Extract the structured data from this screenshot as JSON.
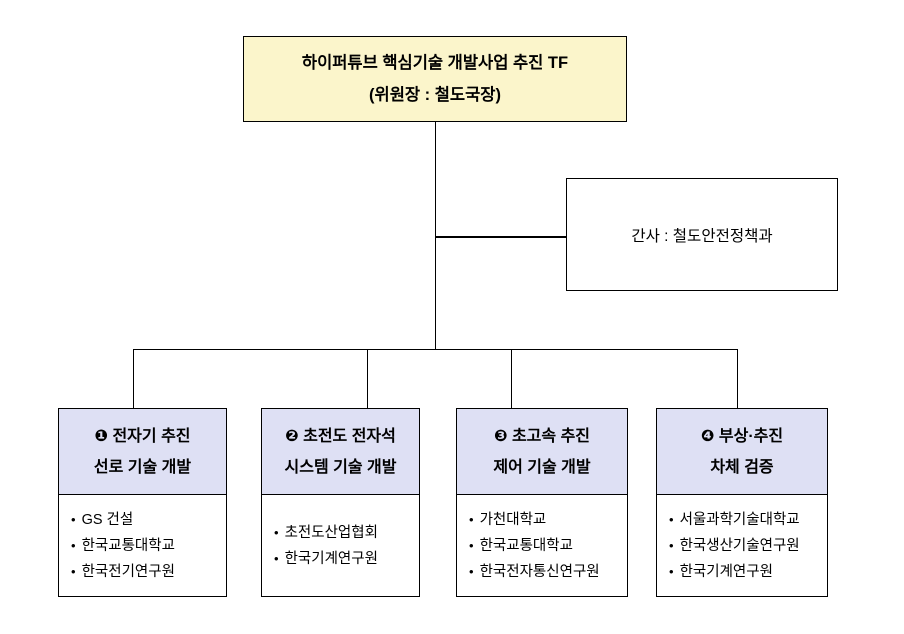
{
  "title_box": {
    "line1": "하이퍼튜브 핵심기술 개발사업 추진 TF",
    "line2": "(위원장 : 철도국장)"
  },
  "secretary_box": {
    "label": "간사 : 철도안전정책과"
  },
  "bullet": "•",
  "groups": [
    {
      "title1": "❶ 전자기 추진",
      "title2": "선로 기술 개발",
      "members": [
        "GS 건설",
        "한국교통대학교",
        "한국전기연구원"
      ]
    },
    {
      "title1": "❷ 초전도 전자석",
      "title2": "시스템 기술 개발",
      "members": [
        "초전도산업협회",
        "한국기계연구원"
      ]
    },
    {
      "title1": "❸ 초고속 추진",
      "title2": "제어 기술 개발",
      "members": [
        "가천대학교",
        "한국교통대학교",
        "한국전자통신연구원"
      ]
    },
    {
      "title1": "❹ 부상·추진",
      "title2": "차체 검증",
      "members": [
        "서울과학기술대학교",
        "한국생산기술연구원",
        "한국기계연구원"
      ]
    }
  ],
  "colors": {
    "root_fill": "#FBF5CB",
    "group_header_fill": "#DEE0F4",
    "border": "#000000",
    "background": "#FFFFFF"
  }
}
